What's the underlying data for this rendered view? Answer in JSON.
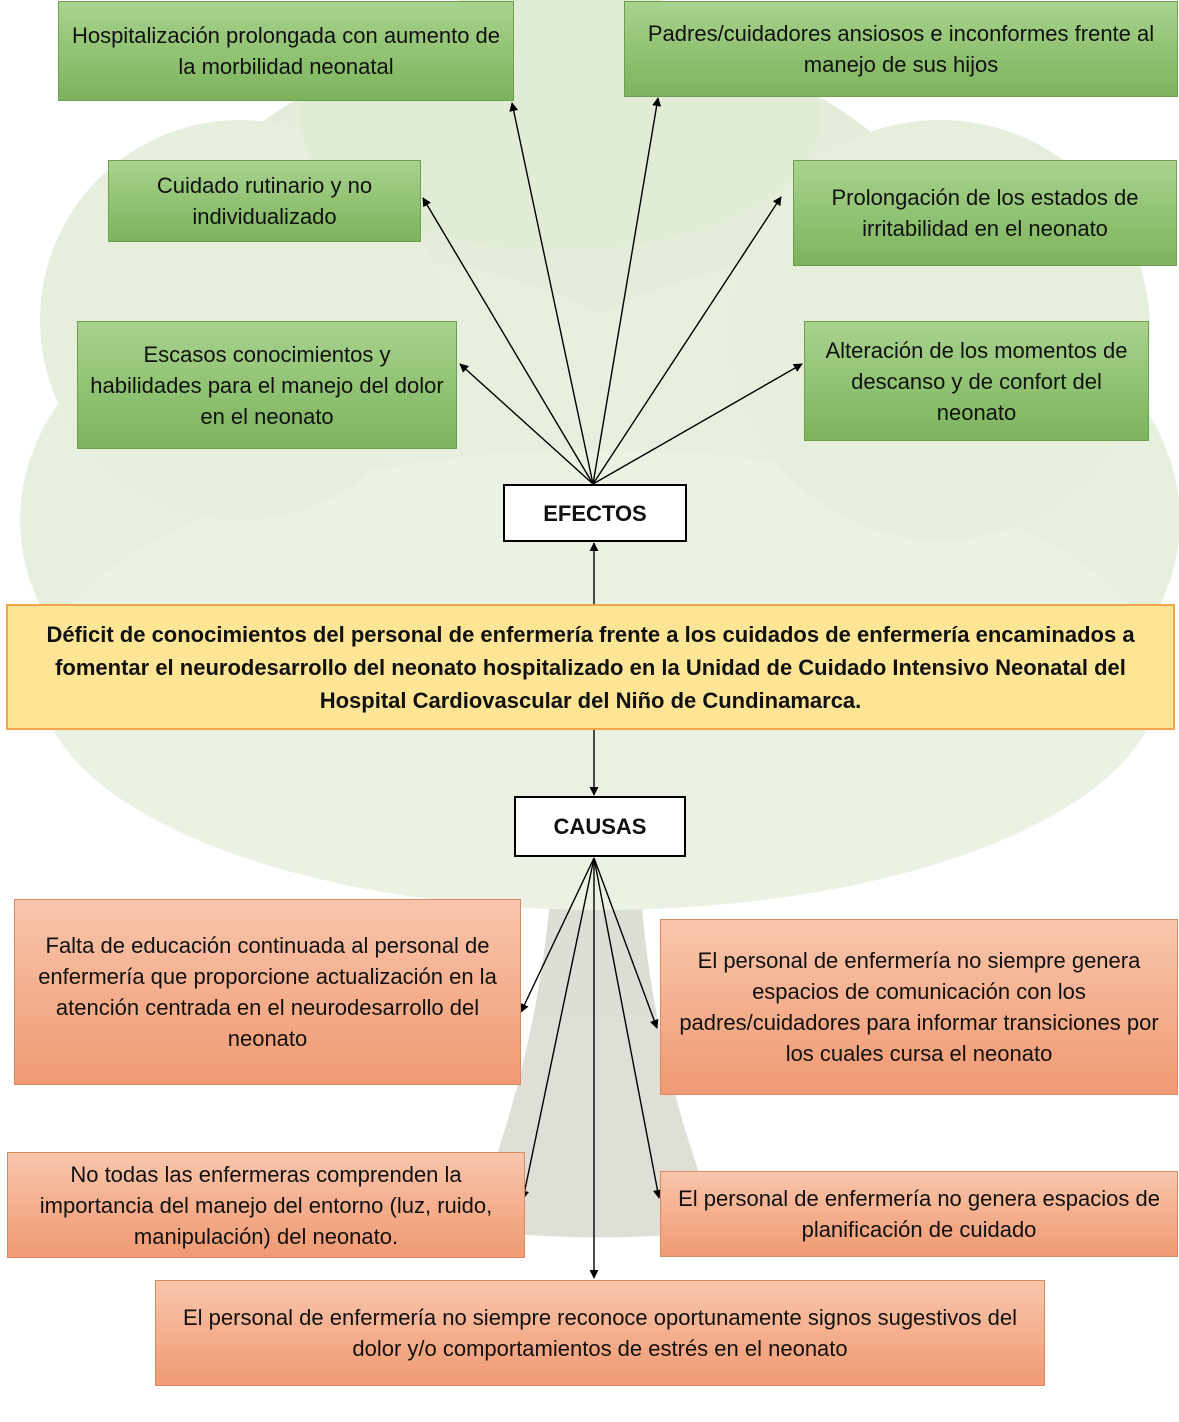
{
  "effects": [
    {
      "id": "e1",
      "text": "Hospitalización prolongada con aumento de la morbilidad neonatal"
    },
    {
      "id": "e2",
      "text": "Padres/cuidadores ansiosos e inconformes frente al manejo de sus hijos"
    },
    {
      "id": "e3",
      "text": "Cuidado rutinario y no individualizado"
    },
    {
      "id": "e4",
      "text": "Prolongación de los estados de irritabilidad en el neonato"
    },
    {
      "id": "e5",
      "text": "Escasos conocimientos y habilidades para el manejo del dolor en el neonato"
    },
    {
      "id": "e6",
      "text": "Alteración de los momentos de descanso y de confort del neonato"
    }
  ],
  "labels": {
    "efectos": "EFECTOS",
    "causas": "CAUSAS"
  },
  "central_problem": "Déficit de conocimientos del personal de enfermería frente a los cuidados de enfermería encaminados a fomentar el neurodesarrollo del neonato hospitalizado en la Unidad de Cuidado Intensivo Neonatal del Hospital Cardiovascular del Niño de Cundinamarca.",
  "causes": [
    {
      "id": "c1",
      "text": "Falta de educación continuada al personal de enfermería que proporcione actualización en la atención centrada en el neurodesarrollo del neonato"
    },
    {
      "id": "c2",
      "text": "El personal de enfermería no siempre genera espacios de comunicación con los padres/cuidadores para informar transiciones por los cuales cursa el neonato"
    },
    {
      "id": "c3",
      "text": "No todas las enfermeras comprenden la importancia del manejo del entorno (luz, ruido, manipulación) del neonato."
    },
    {
      "id": "c4",
      "text": "El personal de enfermería no genera espacios de planificación de cuidado"
    },
    {
      "id": "c5",
      "text": "El personal de enfermería no siempre reconoce oportunamente signos sugestivos del dolor y/o comportamientos de estrés en el neonato"
    }
  ],
  "colors": {
    "effect_fill": "#8fc272",
    "cause_fill": "#f4ad8b",
    "problem_fill": "#fde596",
    "problem_border": "#f0a64d",
    "background_tree": "#c9dcb6"
  }
}
